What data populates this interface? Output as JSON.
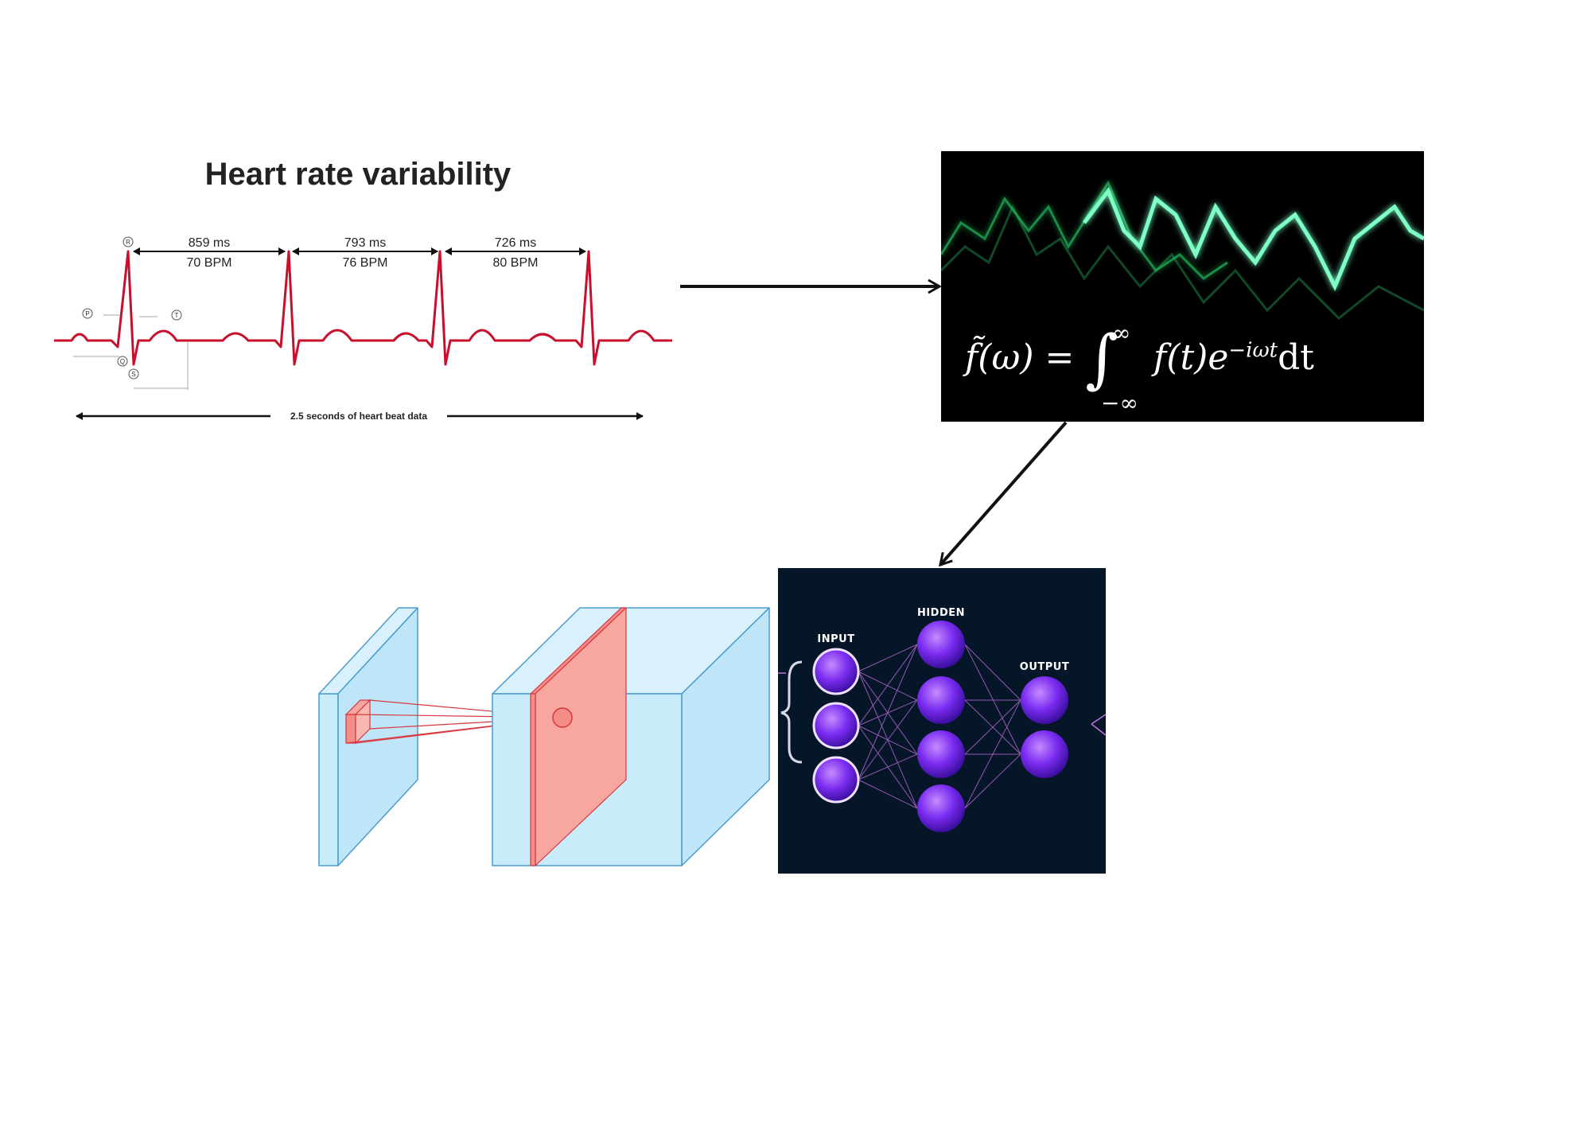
{
  "hrv": {
    "title": "Heart rate variability",
    "intervals": [
      {
        "ms": "859 ms",
        "bpm": "70 BPM"
      },
      {
        "ms": "793 ms",
        "bpm": "76 BPM"
      },
      {
        "ms": "726 ms",
        "bpm": "80 BPM"
      }
    ],
    "wave_labels": {
      "p": "P",
      "q": "Q",
      "r": "R",
      "s": "S",
      "t": "T"
    },
    "span_label": "2.5 seconds of heart beat data",
    "color": "#c8102e"
  },
  "fourier": {
    "formula_lhs": "f̃(ω) = ",
    "formula_integral": "∫",
    "formula_upper": "∞",
    "formula_lower": "−∞",
    "formula_rhs": "f(t)e",
    "formula_exp": "−iωt",
    "formula_dt": "dt",
    "wave_color": "#2fe89a"
  },
  "nn": {
    "input_label": "INPUT",
    "hidden_label": "HIDDEN",
    "output_label": "OUTPUT",
    "node_color": "#7a2cf0"
  },
  "cnn": {
    "box_color": "#c9ecfb",
    "edge_color": "#4a9ccf",
    "kernel_color": "#f7a79f",
    "kernel_edge": "#d9363e"
  }
}
